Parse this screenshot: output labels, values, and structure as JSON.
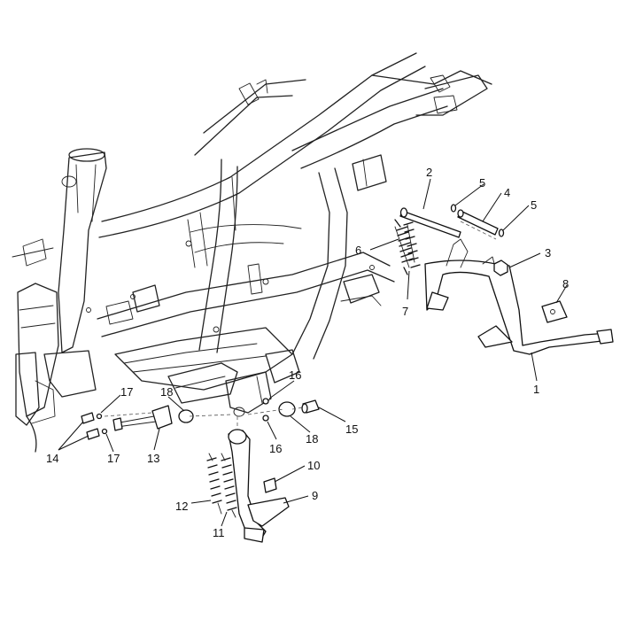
{
  "callouts": [
    {
      "id": "c1",
      "text": "1"
    },
    {
      "id": "c2",
      "text": "2"
    },
    {
      "id": "c3",
      "text": "3"
    },
    {
      "id": "c4",
      "text": "4"
    },
    {
      "id": "c5a",
      "text": "5"
    },
    {
      "id": "c5b",
      "text": "5"
    },
    {
      "id": "c6",
      "text": "6"
    },
    {
      "id": "c7",
      "text": "7"
    },
    {
      "id": "c8",
      "text": "8"
    },
    {
      "id": "c9",
      "text": "9"
    },
    {
      "id": "c10",
      "text": "10"
    },
    {
      "id": "c11",
      "text": "11"
    },
    {
      "id": "c12",
      "text": "12"
    },
    {
      "id": "c13",
      "text": "13"
    },
    {
      "id": "c14",
      "text": "14"
    },
    {
      "id": "c15",
      "text": "15"
    },
    {
      "id": "c16a",
      "text": "16"
    },
    {
      "id": "c16b",
      "text": "16"
    },
    {
      "id": "c17a",
      "text": "17"
    },
    {
      "id": "c17b",
      "text": "17"
    },
    {
      "id": "c18a",
      "text": "18"
    },
    {
      "id": "c18b",
      "text": "18"
    }
  ]
}
